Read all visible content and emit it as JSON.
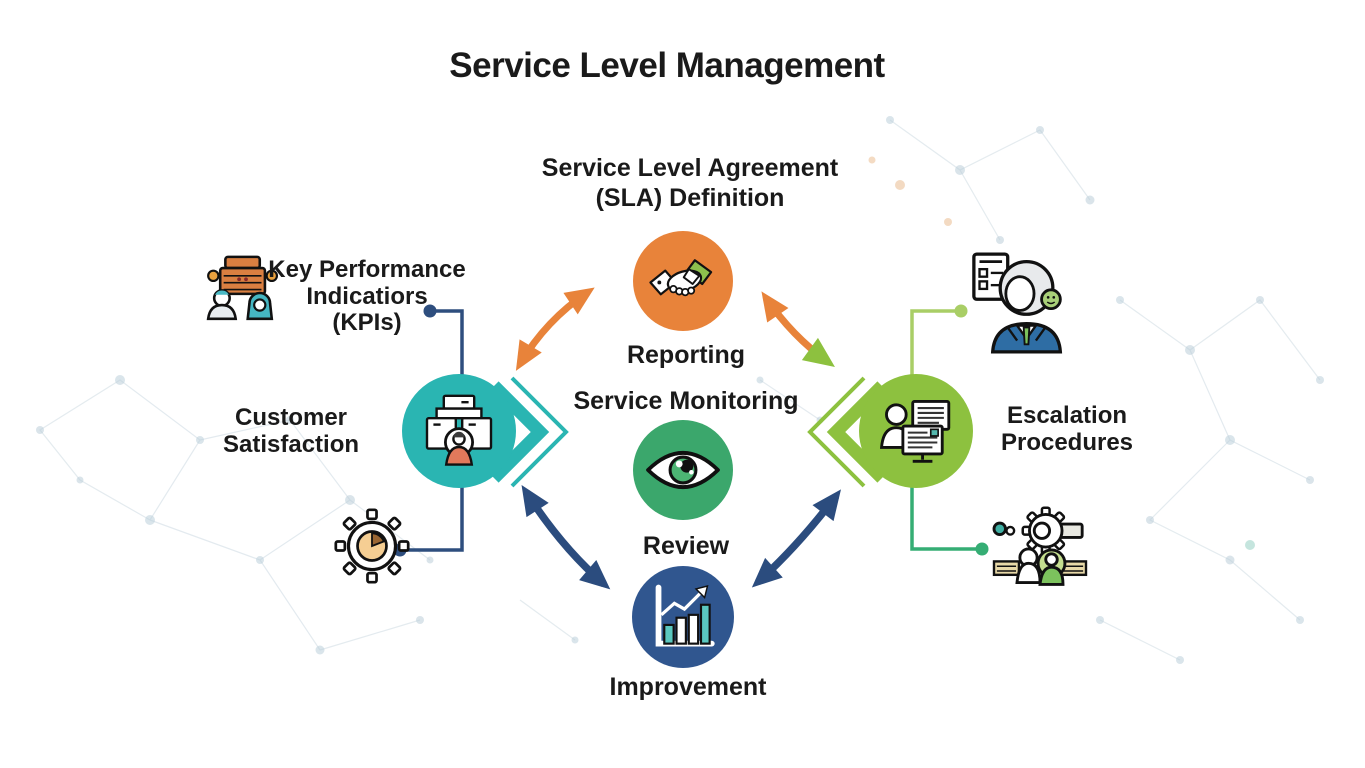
{
  "title": "Service Level Management",
  "center": {
    "sla": {
      "line1": "Service Level Agreement",
      "line2": "(SLA) Definition"
    },
    "reporting": "Reporting",
    "monitoring": "Service Monitoring",
    "review": "Review",
    "improvement": "Improvement"
  },
  "left": {
    "kpi": {
      "line1": "Key Performance",
      "line2": "Indicatiors",
      "line3": "(KPIs)"
    },
    "customer": {
      "line1": "Customer",
      "line2": "Satisfaction"
    }
  },
  "right": {
    "escalation": {
      "line1": "Escalation",
      "line2": "Procedures"
    }
  },
  "icons": {
    "sla_node": "handshake-icon",
    "monitoring_node": "eye-icon",
    "improvement_node": "bar-chart-icon",
    "customer_node": "servers-person-icon",
    "escalation_node": "person-monitor-icon",
    "top_left": "factory-people-icon",
    "bottom_left": "gear-clock-icon",
    "top_right": "manager-checklist-icon",
    "bottom_right": "gear-team-icon"
  },
  "colors": {
    "orange": "#E8833A",
    "green": "#3BA76C",
    "navy": "#30568F",
    "teal": "#2AB5B2",
    "lime": "#8DC13F",
    "arrow_navy": "#2B4C7E",
    "connector_navy": "#2E4E7E",
    "connector_lime": "#A9CE66",
    "connector_green": "#35AD74",
    "text": "#1A1A1A",
    "background": "#FFFFFF"
  }
}
